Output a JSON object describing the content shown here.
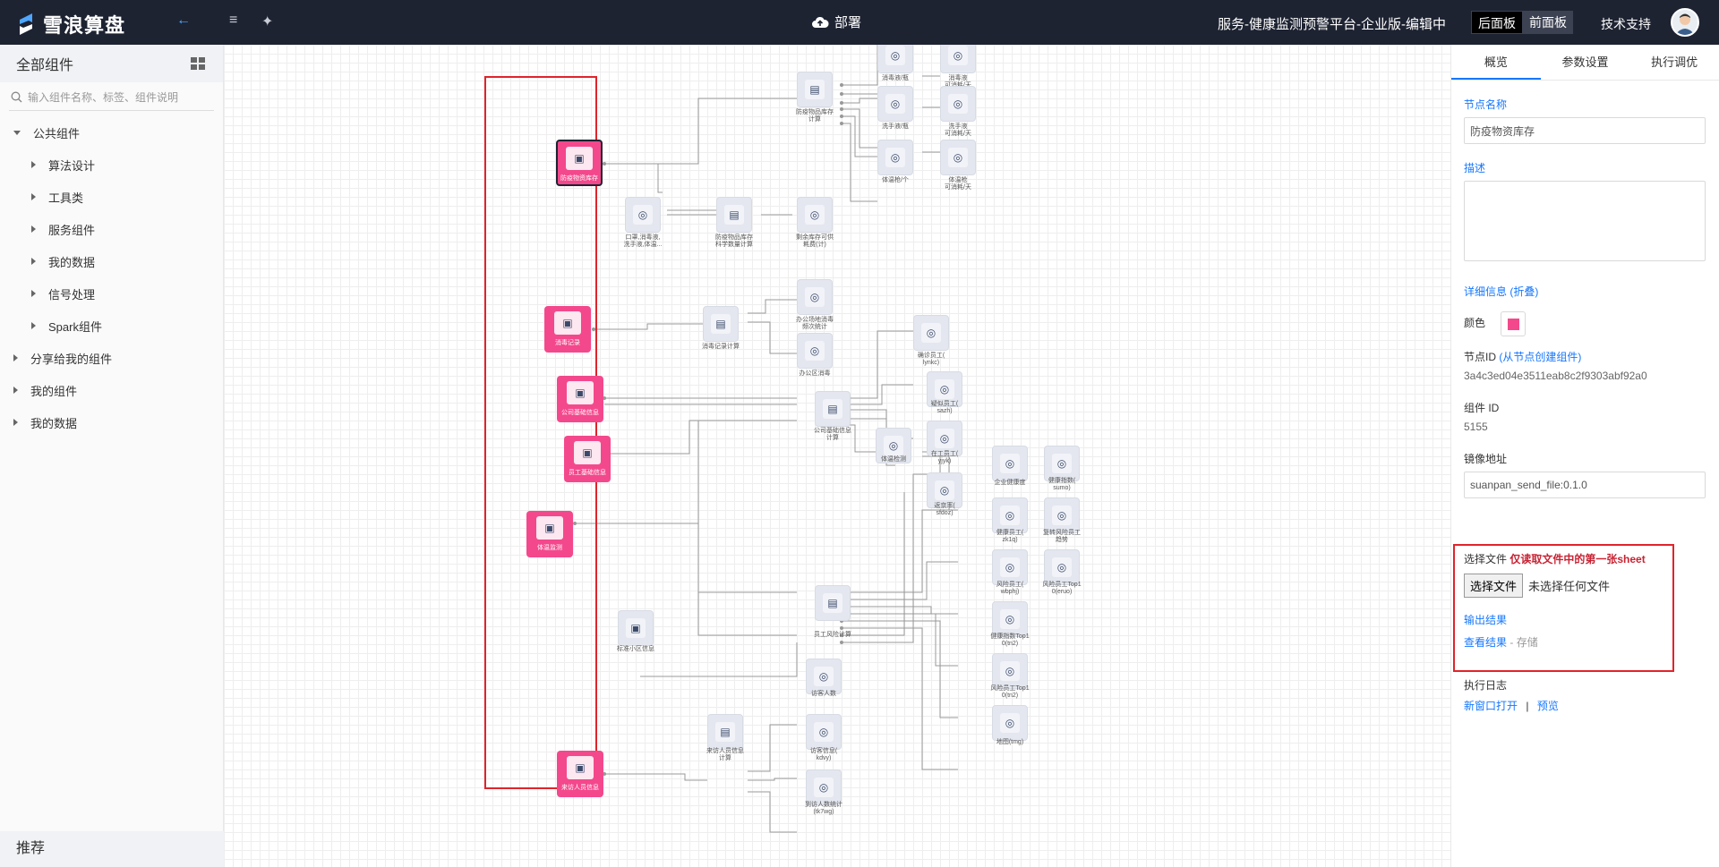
{
  "app": {
    "name": "雪浪算盘"
  },
  "topbar": {
    "deploy_label": "部署",
    "service_title": "服务-健康监测预警平台-企业版-编辑中",
    "back_board": "后面板",
    "front_board": "前面板",
    "tech_support": "技术支持"
  },
  "left": {
    "title": "全部组件",
    "search_placeholder": "输入组件名称、标签、组件说明",
    "tree": [
      {
        "label": "公共组件"
      },
      {
        "label": "算法设计"
      },
      {
        "label": "工具类"
      },
      {
        "label": "服务组件"
      },
      {
        "label": "我的数据"
      },
      {
        "label": "信号处理"
      },
      {
        "label": "Spark组件"
      },
      {
        "label": "分享给我的组件"
      },
      {
        "label": "我的组件"
      },
      {
        "label": "我的数据"
      }
    ],
    "recommend": "推荐"
  },
  "canvas": {
    "pink_nodes": [
      {
        "label": "防疫物资库存"
      },
      {
        "label": "消毒记录"
      },
      {
        "label": "公司基础信息"
      },
      {
        "label": "员工基础信息"
      },
      {
        "label": "体温监测"
      },
      {
        "label": "来访人员信息"
      }
    ],
    "labels": {
      "n1": "防疫物品库存\n计算",
      "n2": "口罩,消毒液,\n洗手液,体温...",
      "n3": "防疫物品库存\n科学数量计算",
      "n4": "剩余库存可供\n耗费(计)",
      "n5": "消毒液/瓶",
      "n6": "消毒液\n可消耗/天",
      "n7": "洗手液/瓶",
      "n8": "洗手液\n可消耗/天",
      "n9": "体温枪/个",
      "n10": "体温枪\n可消耗/天",
      "n11": "消毒记录计算",
      "n12": "办公场地消毒\n频次统计",
      "n13": "办公区消毒",
      "n14": "确诊员工(\nlynkc)",
      "n15": "疑似员工(\nsazh)",
      "n16": "在工员工(\nyjyk)",
      "n17": "返京率(\nsfdoz)",
      "n18": "公司基础信息\n计算",
      "n19": "体温检测",
      "n20": "企业健康度",
      "n21": "健康指数(\nsumo)",
      "n22": "健康员工(\nzk1q)",
      "n23": "复转风险员工\n趋势",
      "n24": "风险员工(\nwbphj)",
      "n25": "风险员工Top1\n0(eruo)",
      "n26": "健康指数Top1\n0(tn2)",
      "n27": "风险员工Top1\n0(tn2)",
      "n28": "地图(tmg)",
      "n29": "员工风险计算",
      "n30": "标准小区信息",
      "n31": "访客人数",
      "n32": "访客信息(\nkdvy)",
      "n33": "来访人员信息\n计算",
      "n34": "到访人数统计\n(tk7wg)"
    }
  },
  "right": {
    "tabs": [
      "概览",
      "参数设置",
      "执行调优"
    ],
    "node_name_label": "节点名称",
    "node_name_value": "防疫物资库存",
    "desc_label": "描述",
    "detail_label": "详细信息",
    "detail_fold": "(折叠)",
    "color_label": "颜色",
    "node_id_label": "节点ID",
    "node_id_link": "(从节点创建组件)",
    "node_id_value": "3a4c3ed04e3511eab8c2f9303abf92a0",
    "component_id_label": "组件 ID",
    "component_id_value": "5155",
    "image_label": "镜像地址",
    "image_value": "suanpan_send_file:0.1.0",
    "file_label": "选择文件",
    "file_note": "仅读取文件中的第一张sheet",
    "file_button": "选择文件",
    "file_none": "未选择任何文件",
    "output_label": "输出结果",
    "view_result": "查看结果",
    "storage": "- 存储",
    "log_label": "执行日志",
    "open_window": "新窗口打开",
    "separator": "|",
    "preview": "预览"
  },
  "colors": {
    "accent": "#1677ff",
    "node_pink": "#f4488c",
    "topbar": "#1e2332",
    "highlight": "#e0242b"
  }
}
